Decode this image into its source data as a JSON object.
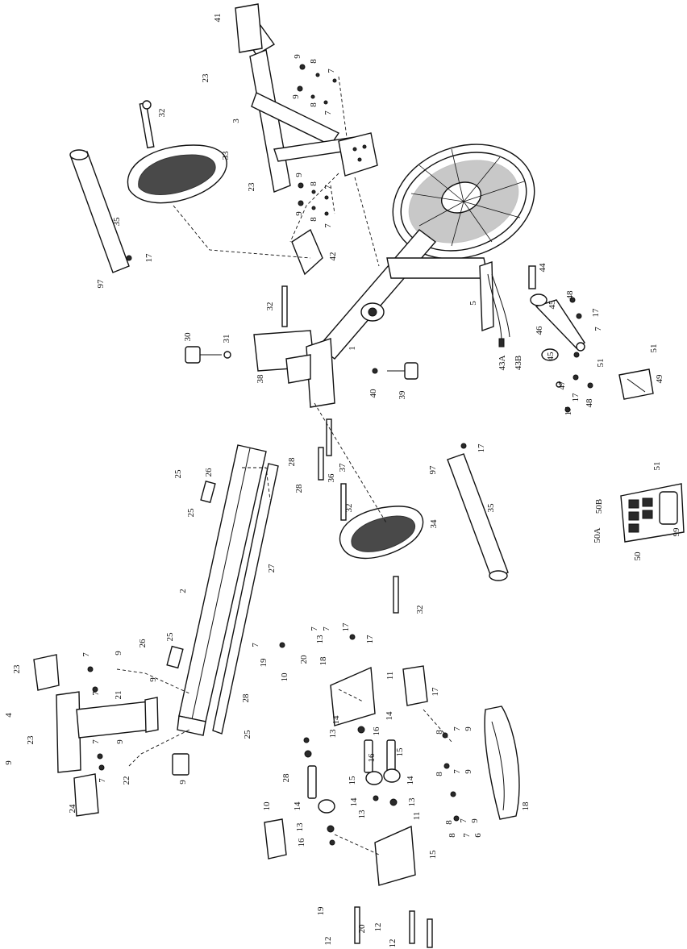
{
  "diagram": {
    "type": "exploded-parts-view",
    "labels": [
      "41",
      "23",
      "9",
      "8",
      "7",
      "9",
      "8",
      "7",
      "3",
      "32",
      "33",
      "23",
      "9",
      "8",
      "7",
      "9",
      "8",
      "7",
      "35",
      "17",
      "97",
      "42",
      "32",
      "30",
      "31",
      "38",
      "1",
      "44",
      "45",
      "48",
      "17",
      "7",
      "5",
      "46",
      "43B",
      "43A",
      "40",
      "39",
      "45",
      "47",
      "17",
      "48",
      "17",
      "51",
      "51",
      "49",
      "17",
      "97",
      "37",
      "36",
      "28",
      "28",
      "26",
      "25",
      "25",
      "32",
      "35",
      "34",
      "51",
      "50B",
      "50A",
      "99",
      "50",
      "2",
      "27",
      "32",
      "17",
      "7",
      "17",
      "7",
      "19",
      "20",
      "18",
      "10",
      "11",
      "17",
      "7",
      "13",
      "14",
      "14",
      "13",
      "16",
      "16",
      "15",
      "15",
      "14",
      "14",
      "13",
      "13",
      "11",
      "10",
      "15",
      "14",
      "13",
      "16",
      "28",
      "28",
      "25",
      "26",
      "25",
      "9",
      "7",
      "9",
      "7",
      "21",
      "23",
      "4",
      "23",
      "9",
      "7",
      "9",
      "7",
      "22",
      "24",
      "9",
      "8",
      "7",
      "9",
      "8",
      "7",
      "9",
      "8",
      "7",
      "9",
      "8",
      "7",
      "6",
      "18",
      "19",
      "20",
      "12",
      "12",
      "12"
    ]
  }
}
